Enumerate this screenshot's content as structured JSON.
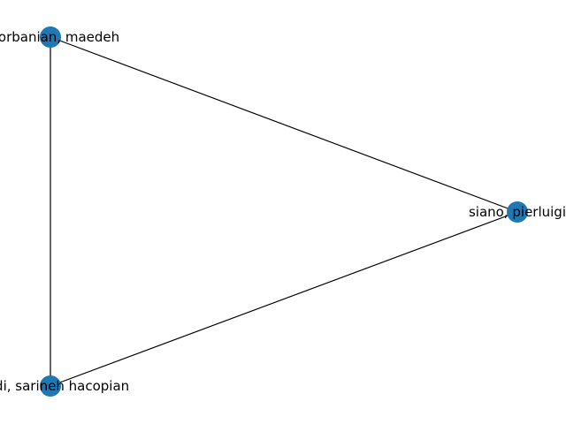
{
  "colors": {
    "node_fill": "#1f77b4",
    "edge_stroke": "#000000",
    "background": "#ffffff"
  },
  "graph": {
    "nodes": [
      {
        "id": "n1",
        "label": "ghorbanian, maedeh"
      },
      {
        "id": "n2",
        "label": "siano, pierluigi"
      },
      {
        "id": "n3",
        "label": "asadi, sarineh hacopian"
      }
    ],
    "edges": [
      {
        "source": "n1",
        "target": "n2"
      },
      {
        "source": "n1",
        "target": "n3"
      },
      {
        "source": "n3",
        "target": "n2"
      }
    ]
  }
}
